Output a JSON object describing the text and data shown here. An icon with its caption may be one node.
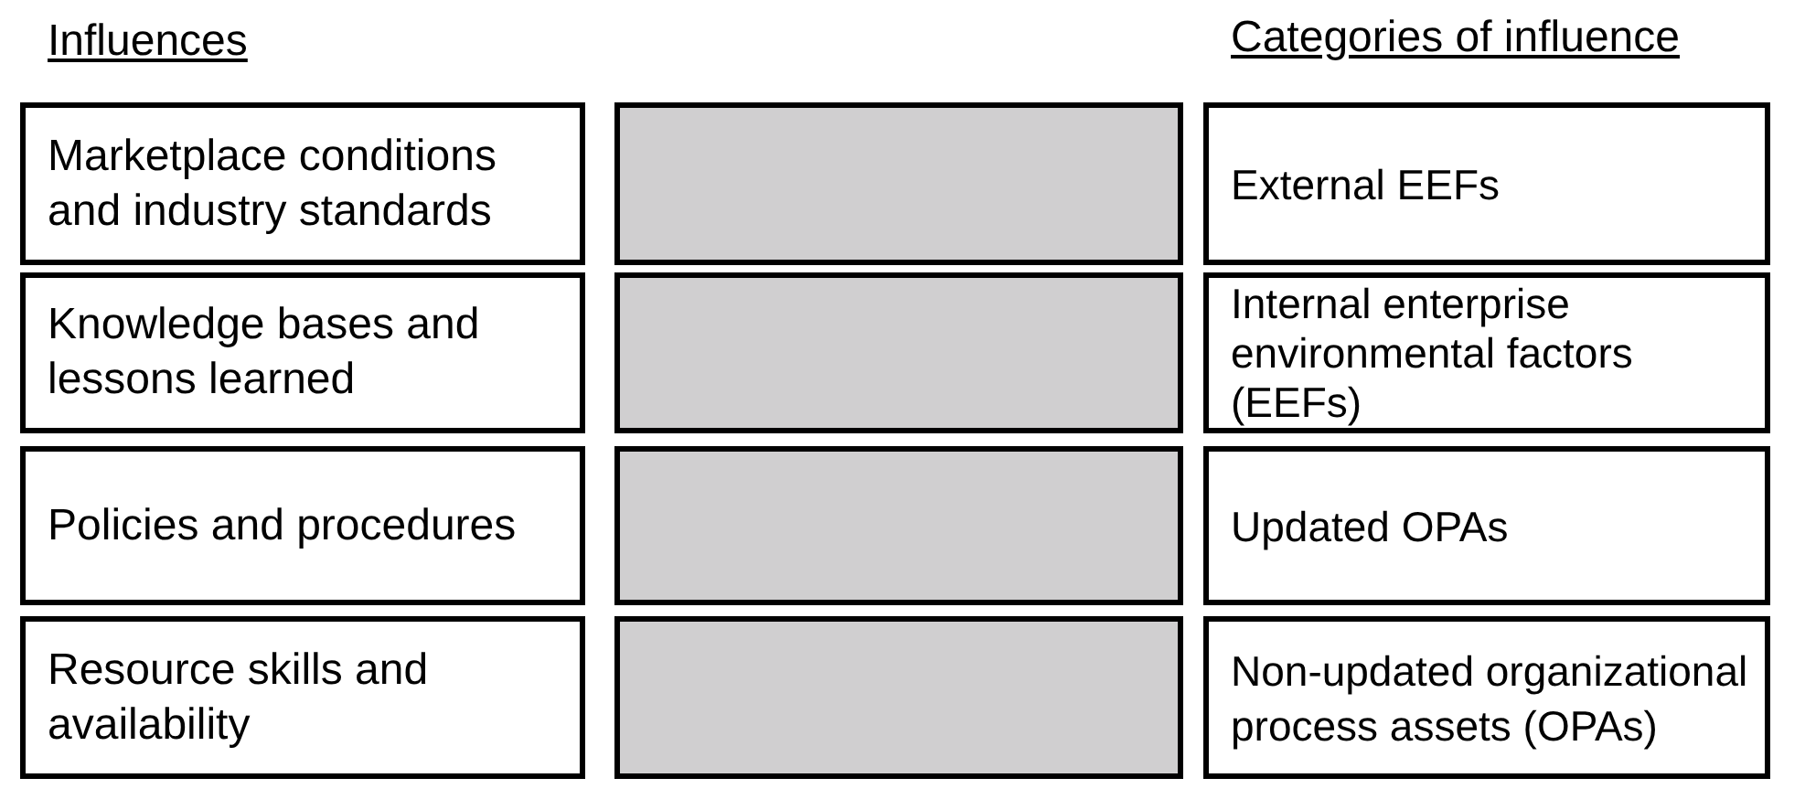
{
  "diagram": {
    "nodes": [
      {
        "text": [
          "Marketplace conditions and industry standards"
        ]
      },
      {
        "text": [
          "Knowledge bases and lessons learned"
        ]
      },
      {
        "text": [
          "Policies and procedures"
        ]
      },
      {
        "text": [
          "Resource skills and availability"
        ]
      },
      {
        "text": [],
        "shape": "box"
      },
      {
        "text": [],
        "shape": "box"
      },
      {
        "text": [],
        "shape": "box"
      },
      {
        "text": [],
        "shape": "box"
      },
      {
        "text": [
          "External EEFs"
        ]
      },
      {
        "text": [
          "Internal enterprise environmental factors (EEFs)"
        ]
      },
      {
        "text": [
          "Updated OPAs"
        ]
      },
      {
        "text": [
          "Non-updated organizational process assets (OPAs)"
        ]
      }
    ],
    "edges": [],
    "labels": [
      "Influences",
      "Categories of influence"
    ]
  }
}
